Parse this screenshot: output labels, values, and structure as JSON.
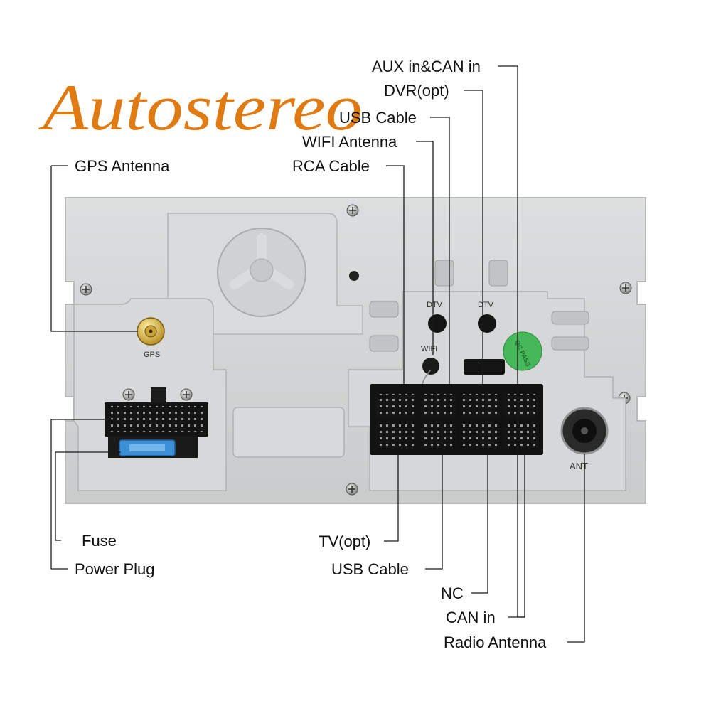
{
  "brand": {
    "text": "Autostereo",
    "color": "#e07a12"
  },
  "callouts": {
    "aux_can": "AUX in&CAN in",
    "dvr": "DVR(opt)",
    "usb_top": "USB Cable",
    "wifi_antenna": "WIFI Antenna",
    "rca": "RCA Cable",
    "gps_antenna": "GPS Antenna",
    "fuse": "Fuse",
    "power_plug": "Power Plug",
    "tv": "TV(opt)",
    "usb_bottom": "USB Cable",
    "nc": "NC",
    "can_in": "CAN in",
    "radio_antenna": "Radio Antenna"
  },
  "stamps": {
    "gps": "GPS",
    "dtv_left": "DTV",
    "dtv_right": "DTV",
    "wifi": "WIFI",
    "ant": "ANT",
    "qc": "QC PASS"
  },
  "colors": {
    "panel": "#d3d5d6",
    "brand": "#e07a12",
    "fuse": "#3b8fd6",
    "qc_sticker": "#46b85a"
  }
}
